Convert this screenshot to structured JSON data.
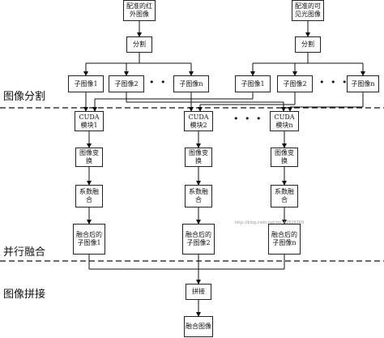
{
  "sources": {
    "infrared": "配准的红外图像",
    "visible": "配准的可见光图像"
  },
  "split_label": "分割",
  "sub_images_left": [
    "子图像1",
    "子图像2",
    "子图像n"
  ],
  "sub_images_right": [
    "子图像1",
    "子图像2",
    "子图像n"
  ],
  "ellipsis": "• • •",
  "cuda_modules": [
    "CUDA模块1",
    "CUDA模块2",
    "CUDA模块n"
  ],
  "transform_label": "图像变换",
  "fusion_label": "系数融合",
  "fused_sub_images": [
    "融合后的子图像1",
    "融合后的子图像2",
    "融合后的子图像n"
  ],
  "stitch_label": "拼接",
  "final_label": "融合图像",
  "stages": {
    "split": "图像分割",
    "parallel": "并行融合",
    "stitch": "图像拼接"
  },
  "watermark": "http://blog.csdn.net/qq_42826760"
}
